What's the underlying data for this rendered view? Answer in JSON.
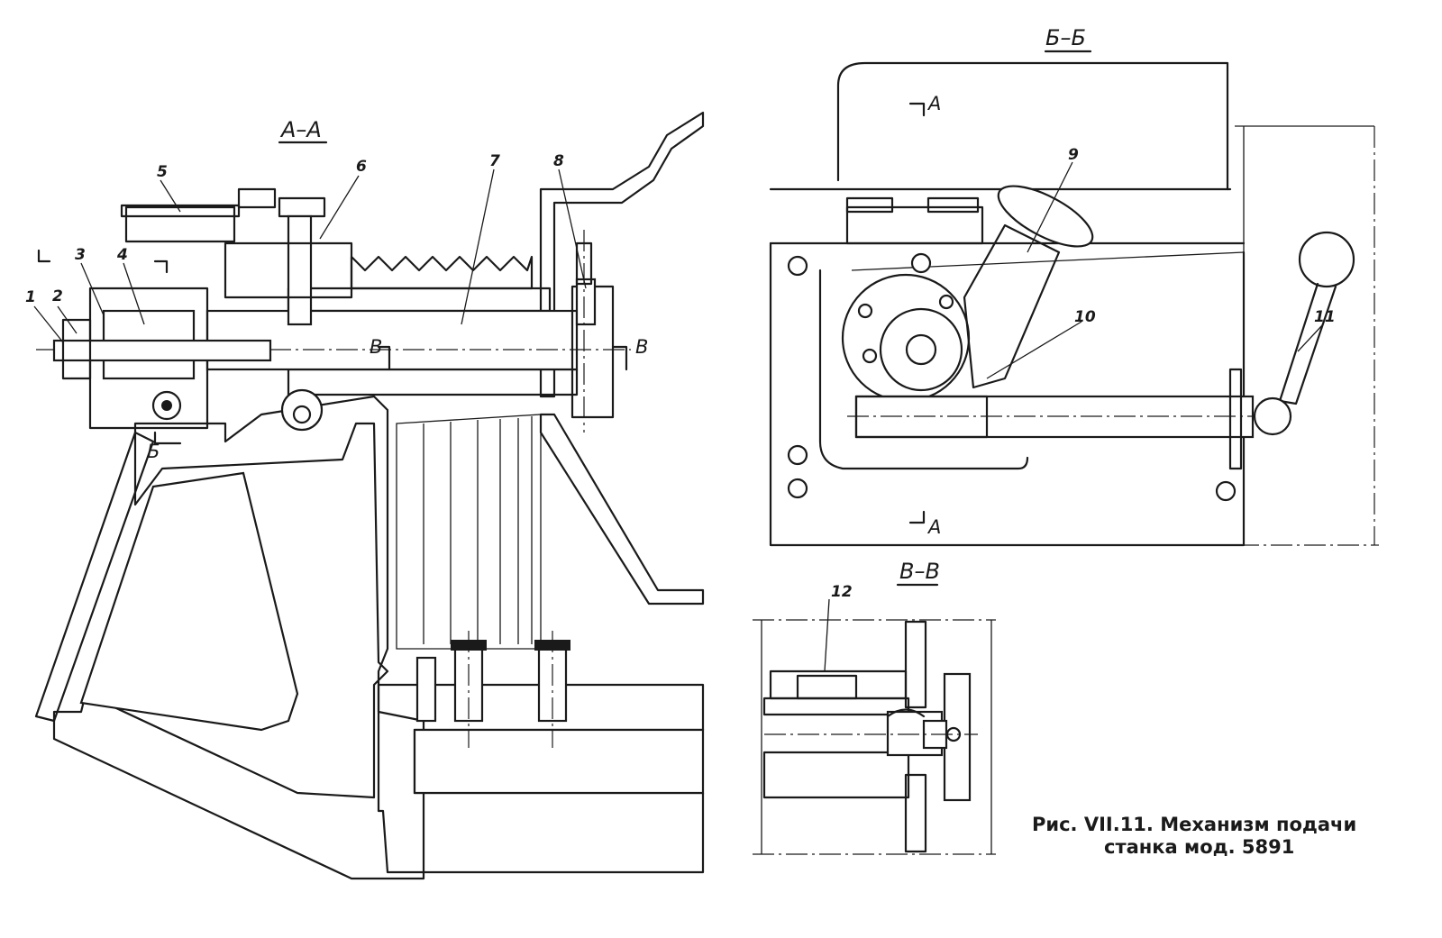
{
  "sections": {
    "aa": "А–А",
    "bb": "Б–Б",
    "vv": "В–В"
  },
  "callouts": [
    "1",
    "2",
    "3",
    "4",
    "5",
    "6",
    "7",
    "8",
    "9",
    "10",
    "11",
    "12"
  ],
  "cut_letters": {
    "b_lower": "Б",
    "v_left": "В",
    "v_right": "В",
    "a_top": "А",
    "a_bottom": "А"
  },
  "caption": {
    "line1": "Рис. VII.11.  Механизм  подачи",
    "line2": "станка мод. 5891"
  }
}
